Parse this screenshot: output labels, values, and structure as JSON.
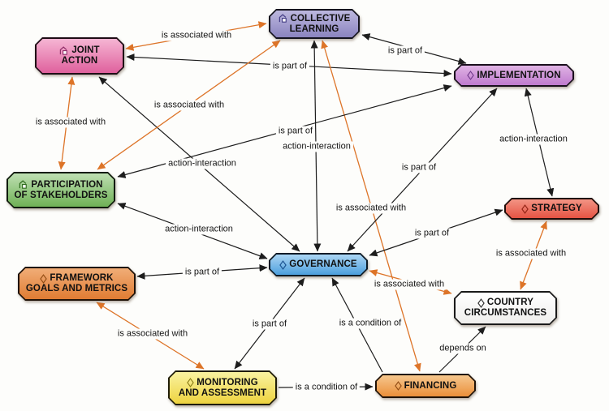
{
  "diagram": {
    "type": "concept-map",
    "background": "#fdfdfb",
    "colors": {
      "structural_edge": "#1d1d1d",
      "association_edge": "#dd7428",
      "node_text": "#101010",
      "edge_label_text": "#141414"
    },
    "relation_types": [
      "is associated with",
      "is part of",
      "action-interaction",
      "is a condition of",
      "depends on"
    ],
    "nodes": [
      {
        "id": "collective-learning",
        "lines": [
          "COLLECTIVE",
          "LEARNING"
        ],
        "icon": "nested-node-icon",
        "fill_top": "#bcb7de",
        "fill_bottom": "#8b84bf",
        "border": "#15141f",
        "icon_color": "#443d85"
      },
      {
        "id": "joint-action",
        "lines": [
          "JOINT",
          "ACTION"
        ],
        "icon": "nested-node-icon",
        "fill_top": "#f5b5d3",
        "fill_bottom": "#df619d",
        "border": "#1f0d16",
        "icon_color": "#8f2e68"
      },
      {
        "id": "implementation",
        "lines": [
          "IMPLEMENTATION"
        ],
        "icon": "diamond-icon",
        "fill_top": "#e0b3e4",
        "fill_bottom": "#bf7bce",
        "border": "#1a0f1d",
        "icon_color": "#713a8c"
      },
      {
        "id": "participation-of-stakeholders",
        "lines": [
          "PARTICIPATION",
          "OF STAKEHOLDERS"
        ],
        "icon": "nested-node-icon",
        "fill_top": "#bedfb2",
        "fill_bottom": "#6fb156",
        "border": "#101c0c",
        "icon_color": "#2f6b1d"
      },
      {
        "id": "strategy",
        "lines": [
          "STRATEGY"
        ],
        "icon": "diamond-icon",
        "fill_top": "#f29484",
        "fill_bottom": "#e65444",
        "border": "#200b08",
        "icon_color": "#8f2012"
      },
      {
        "id": "framework-goals-and-metrics",
        "lines": [
          "FRAMEWORK",
          "GOALS AND METRICS"
        ],
        "icon": "diamond-icon",
        "fill_top": "#f0ad77",
        "fill_bottom": "#e07c33",
        "border": "#1f1208",
        "icon_color": "#8f4a12"
      },
      {
        "id": "governance",
        "lines": [
          "GOVERNANCE"
        ],
        "icon": "diamond-icon",
        "fill_top": "#abd5f3",
        "fill_bottom": "#4d9fdd",
        "border": "#0c1a26",
        "icon_color": "#174e8d"
      },
      {
        "id": "country-circumstances",
        "lines": [
          "COUNTRY",
          "CIRCUMSTANCES"
        ],
        "icon": "diamond-icon",
        "fill_top": "#ffffff",
        "fill_bottom": "#efeeec",
        "border": "#1a1a1a",
        "icon_color": "#2a2a2a"
      },
      {
        "id": "monitoring-and-assessment",
        "lines": [
          "MONITORING",
          "AND ASSESSMENT"
        ],
        "icon": "diamond-icon",
        "fill_top": "#f9f2a0",
        "fill_bottom": "#eed33f",
        "border": "#1f1c08",
        "icon_color": "#8a7c14"
      },
      {
        "id": "financing",
        "lines": [
          "FINANCING"
        ],
        "icon": "diamond-icon",
        "fill_top": "#f6c78e",
        "fill_bottom": "#ea8f3a",
        "border": "#201308",
        "icon_color": "#8f4a12"
      }
    ],
    "edges": [
      {
        "from": "joint-action",
        "to": "collective-learning",
        "label": "is associated with",
        "type": "association",
        "bidirectional": true
      },
      {
        "from": "joint-action",
        "to": "participation-of-stakeholders",
        "label": "is associated with",
        "type": "association",
        "bidirectional": true
      },
      {
        "from": "joint-action",
        "to": "governance",
        "label": "action-interaction",
        "type": "structural",
        "bidirectional": true
      },
      {
        "from": "joint-action",
        "to": "implementation",
        "label": "is part of",
        "type": "structural",
        "bidirectional": true
      },
      {
        "from": "collective-learning",
        "to": "participation-of-stakeholders",
        "label": "is associated with",
        "type": "association",
        "bidirectional": true
      },
      {
        "from": "collective-learning",
        "to": "governance",
        "label": "action-interaction",
        "type": "structural",
        "bidirectional": true
      },
      {
        "from": "collective-learning",
        "to": "financing",
        "label": "is associated with",
        "type": "association",
        "bidirectional": true
      },
      {
        "from": "collective-learning",
        "to": "implementation",
        "label": "is part of",
        "type": "structural",
        "bidirectional": true
      },
      {
        "from": "participation-of-stakeholders",
        "to": "implementation",
        "label": "is part of",
        "type": "structural",
        "bidirectional": true
      },
      {
        "from": "participation-of-stakeholders",
        "to": "governance",
        "label": "action-interaction",
        "type": "structural",
        "bidirectional": true
      },
      {
        "from": "implementation",
        "to": "governance",
        "label": "is part of",
        "type": "structural",
        "bidirectional": true
      },
      {
        "from": "implementation",
        "to": "strategy",
        "label": "action-interaction",
        "type": "structural",
        "bidirectional": true
      },
      {
        "from": "strategy",
        "to": "governance",
        "label": "is part of",
        "type": "structural",
        "bidirectional": true
      },
      {
        "from": "strategy",
        "to": "country-circumstances",
        "label": "is associated with",
        "type": "association",
        "bidirectional": true
      },
      {
        "from": "governance",
        "to": "framework-goals-and-metrics",
        "label": "is part of",
        "type": "structural",
        "bidirectional": true
      },
      {
        "from": "governance",
        "to": "monitoring-and-assessment",
        "label": "is part of",
        "type": "structural",
        "bidirectional": true
      },
      {
        "from": "financing",
        "to": "governance",
        "label": "is a condition of",
        "type": "structural",
        "bidirectional": false
      },
      {
        "from": "governance",
        "to": "country-circumstances",
        "label": "is associated with",
        "type": "association",
        "bidirectional": true
      },
      {
        "from": "financing",
        "to": "country-circumstances",
        "label": "depends on",
        "type": "structural",
        "bidirectional": false
      },
      {
        "from": "monitoring-and-assessment",
        "to": "financing",
        "label": "is a condition of",
        "type": "structural",
        "bidirectional": false
      },
      {
        "from": "framework-goals-and-metrics",
        "to": "monitoring-and-assessment",
        "label": "is associated with",
        "type": "association",
        "bidirectional": true
      }
    ]
  }
}
